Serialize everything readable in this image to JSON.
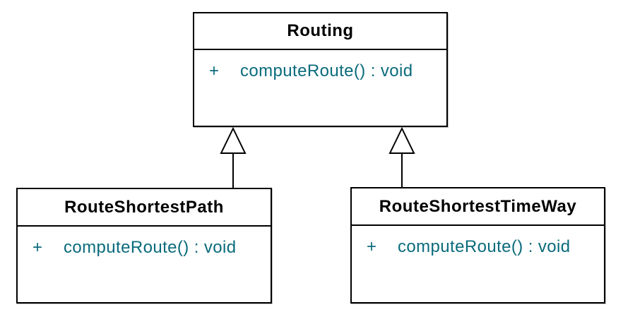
{
  "diagram": {
    "type": "uml-class-diagram",
    "colors": {
      "background": "#ffffff",
      "box_fill": "#ffffff",
      "box_border": "#000000",
      "class_name_text": "#000000",
      "member_text": "#0a6b7c"
    },
    "classes": [
      {
        "id": "routing",
        "name": "Routing",
        "methods": [
          {
            "visibility": "+",
            "signature": "computeRoute() : void"
          }
        ]
      },
      {
        "id": "route-shortest-path",
        "name": "RouteShortestPath",
        "methods": [
          {
            "visibility": "+",
            "signature": "computeRoute() : void"
          }
        ]
      },
      {
        "id": "route-shortest-time-way",
        "name": "RouteShortestTimeWay",
        "methods": [
          {
            "visibility": "+",
            "signature": "computeRoute() : void"
          }
        ]
      }
    ],
    "relationships": [
      {
        "type": "generalization",
        "from": "RouteShortestPath",
        "to": "Routing"
      },
      {
        "type": "generalization",
        "from": "RouteShortestTimeWay",
        "to": "Routing"
      }
    ]
  }
}
